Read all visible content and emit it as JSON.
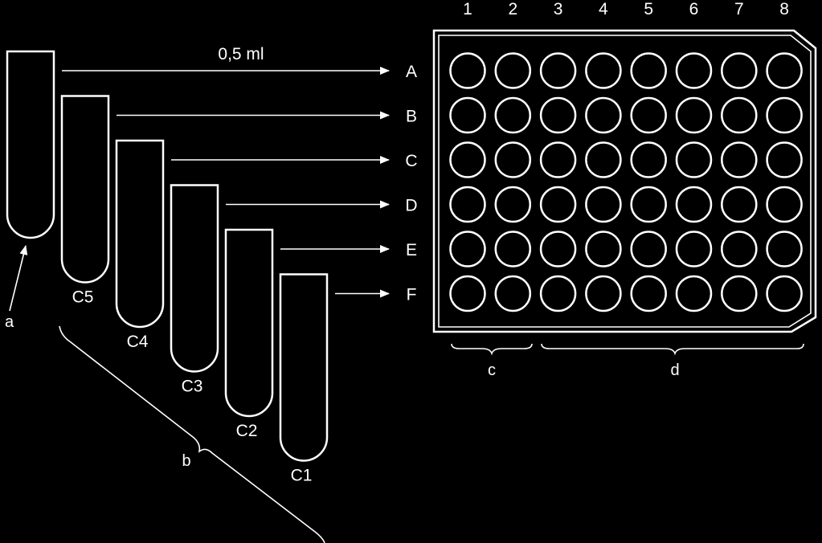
{
  "volume_label": "0,5 ml",
  "columns": [
    "1",
    "2",
    "3",
    "4",
    "5",
    "6",
    "7",
    "8"
  ],
  "rows": [
    "A",
    "B",
    "C",
    "D",
    "E",
    "F"
  ],
  "tubes": [
    "",
    "C5",
    "C4",
    "C3",
    "C2",
    "C1"
  ],
  "brackets": {
    "a": "a",
    "b": "b",
    "c": "c",
    "d": "d"
  },
  "colors": {
    "background": "#000000",
    "line": "#ffffff"
  }
}
